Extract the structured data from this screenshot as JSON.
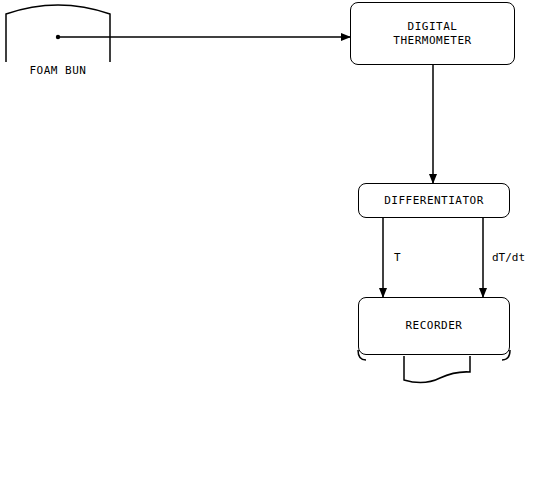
{
  "diagram": {
    "nodes": [
      {
        "text": [
          "FOAM BUN"
        ]
      },
      {
        "text": [
          "DIGITAL THERMOMETER"
        ]
      },
      {
        "text": [
          "DIFFERENTIATOR"
        ]
      },
      {
        "text": [
          "RECORDER"
        ]
      }
    ],
    "edges": [
      {
        "from": 0,
        "to": 1,
        "arrow": "to"
      },
      {
        "from": 1,
        "to": 2,
        "arrow": "to"
      },
      {
        "from": 2,
        "to": 3,
        "label": "T",
        "arrow": "to"
      },
      {
        "from": 2,
        "to": 3,
        "label": "dT/dt",
        "arrow": "to"
      }
    ]
  }
}
